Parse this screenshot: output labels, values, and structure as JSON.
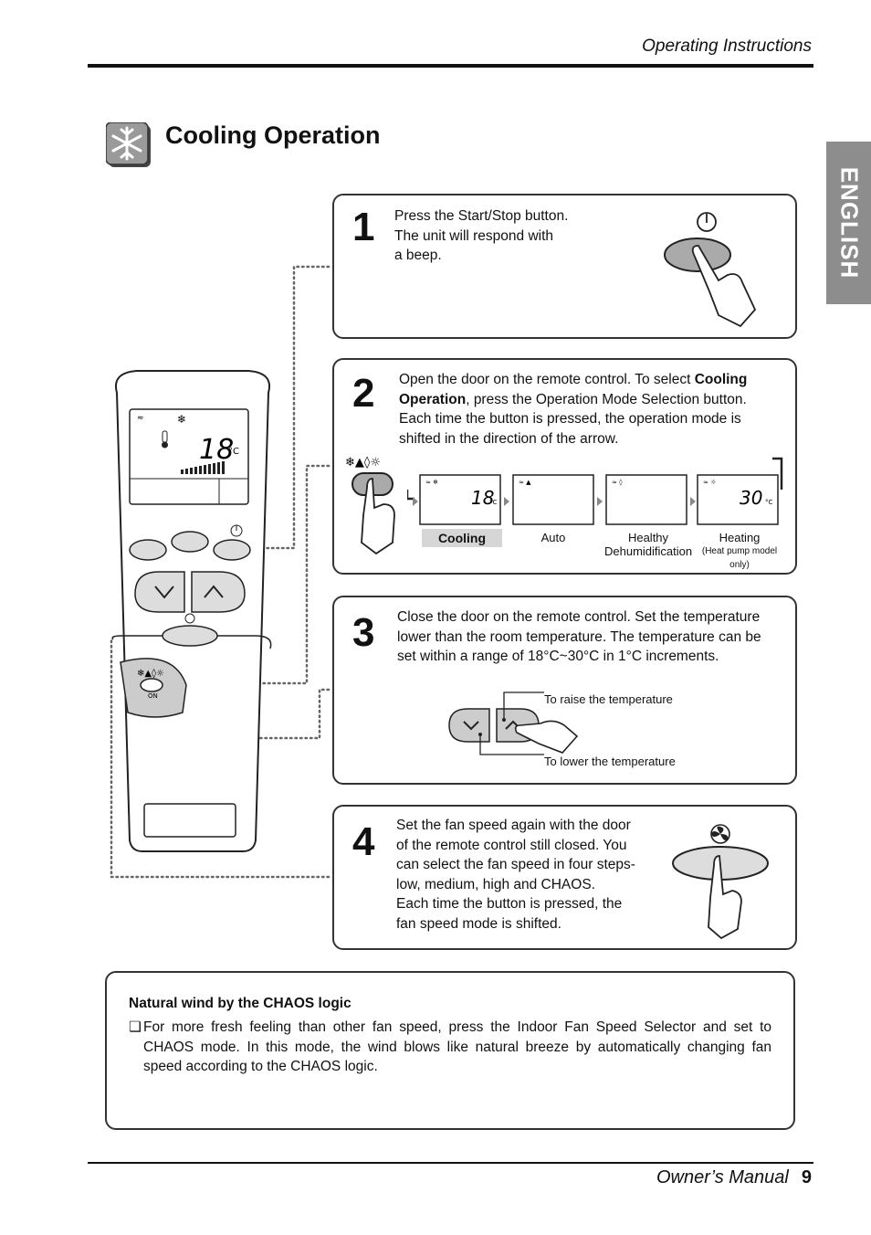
{
  "header": {
    "section": "Operating Instructions"
  },
  "side_tab": {
    "label": "ENGLISH"
  },
  "page": {
    "title": "Cooling Operation",
    "icon": "snowflake-icon"
  },
  "remote": {
    "display_temp": "18",
    "display_unit": "°C",
    "mode_on_label": "ON"
  },
  "steps": [
    {
      "number": "1",
      "lines": [
        "Press the Start/Stop button.",
        "The unit will respond with",
        "a beep."
      ]
    },
    {
      "number": "2",
      "text_a": "Open the door on the remote control. To select ",
      "text_b": "Cooling",
      "text_c": "Operation",
      "text_d": ", press the Operation Mode Selection button.",
      "text_e": "Each time the button is pressed, the operation mode is",
      "text_f": "shifted in the direction of the arrow.",
      "modes": [
        {
          "label": "Cooling",
          "temp": "18",
          "unit": "°C"
        },
        {
          "label": "Auto"
        },
        {
          "label": "Healthy",
          "label2": "Dehumidification"
        },
        {
          "label": "Heating",
          "label2": "(Heat pump model only)",
          "temp": "30",
          "unit": "°C"
        }
      ]
    },
    {
      "number": "3",
      "lines": [
        "Close the door on the remote control. Set the temperature",
        "lower than the room temperature. The temperature can be",
        "set within a range of 18°C~30°C in 1°C increments."
      ],
      "raise_label": "To raise the temperature",
      "lower_label": "To lower the temperature"
    },
    {
      "number": "4",
      "lines": [
        "Set the fan speed again with the door",
        "of the remote control still closed. You",
        "can select the fan speed in four steps-",
        "low, medium, high and CHAOS.",
        "Each time the button is pressed, the",
        "fan speed mode is shifted."
      ]
    }
  ],
  "note": {
    "title": "Natural wind by the CHAOS logic",
    "bullet": "❏",
    "lines": [
      "For more fresh feeling than other fan speed, press the Indoor Fan Speed Selector and set to",
      "CHAOS mode. In this mode, the wind blows like natural breeze by automatically changing fan",
      "speed according to the CHAOS logic."
    ]
  },
  "footer": {
    "label": "Owner’s Manual",
    "page_number": "9"
  }
}
